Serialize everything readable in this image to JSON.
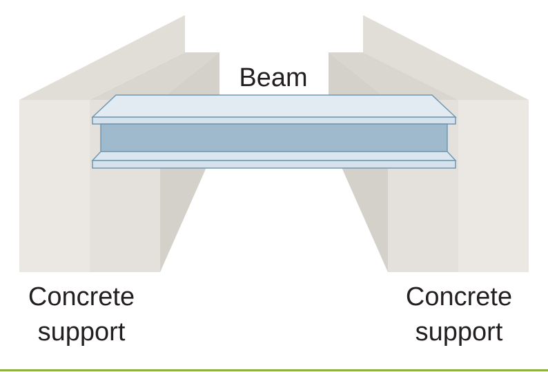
{
  "labels": {
    "beam": "Beam",
    "left_support": {
      "line1": "Concrete",
      "line2": "support"
    },
    "right_support": {
      "line1": "Concrete",
      "line2": "support"
    }
  },
  "colors": {
    "concrete_front": "#e9e6e1",
    "concrete_side": "#d8d4ce",
    "concrete_top": "#e1ddd7",
    "concrete_step": "#ece9e4",
    "beam_flange": "#dce6ef",
    "beam_flange_top": "#e3ebf2",
    "beam_web": "#9fbacc",
    "beam_outline": "#6f97b1",
    "footer_rule": "#8cb33e"
  }
}
